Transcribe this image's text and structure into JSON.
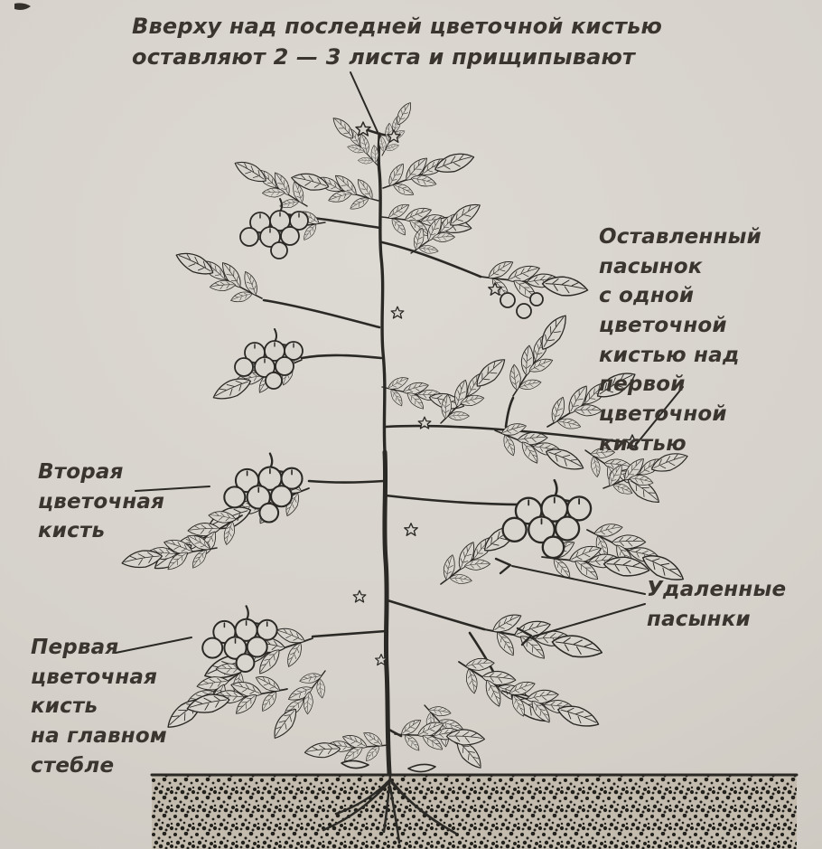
{
  "colors": {
    "paper": "#d8d4ce",
    "ink": "#2b2925",
    "text": "#3a362f",
    "soil_base": "#c2bbae",
    "soil_dot": "#22201b"
  },
  "labels": {
    "top_note": "Вверху над последней цветочной кистью\nоставляют 2 — 3 листа и прищипывают",
    "kept_shoot": "Оставленный\nпасынок\nс одной цветочной\nкистью над первой\nцветочной кистью",
    "second_cluster": "Вторая\nцветочная\nкисть",
    "removed_shoots": "Удаленные\nпасынки",
    "first_cluster": "Первая\nцветочная\nкисть\nна главном\nстебле"
  }
}
